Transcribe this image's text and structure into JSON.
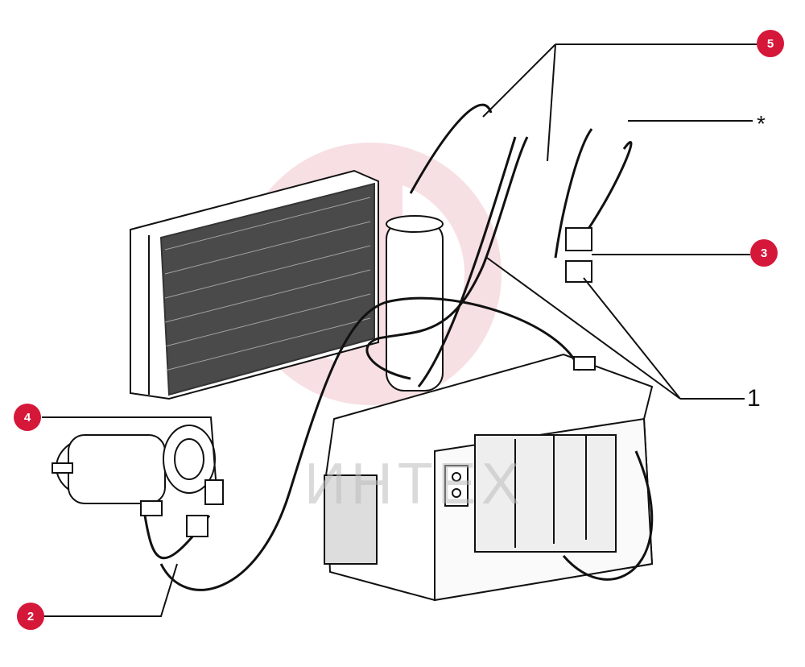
{
  "diagram": {
    "callouts": [
      {
        "id": "c5",
        "label": "5"
      },
      {
        "id": "c3",
        "label": "3"
      },
      {
        "id": "c4",
        "label": "4"
      },
      {
        "id": "c2",
        "label": "2"
      }
    ],
    "plain_labels": {
      "one": "1",
      "star": "*"
    },
    "watermark": "ИНТЕХ",
    "colors": {
      "callout_fill": "#d5173a",
      "line": "#111111",
      "watermark": "#e9a6b0"
    }
  }
}
